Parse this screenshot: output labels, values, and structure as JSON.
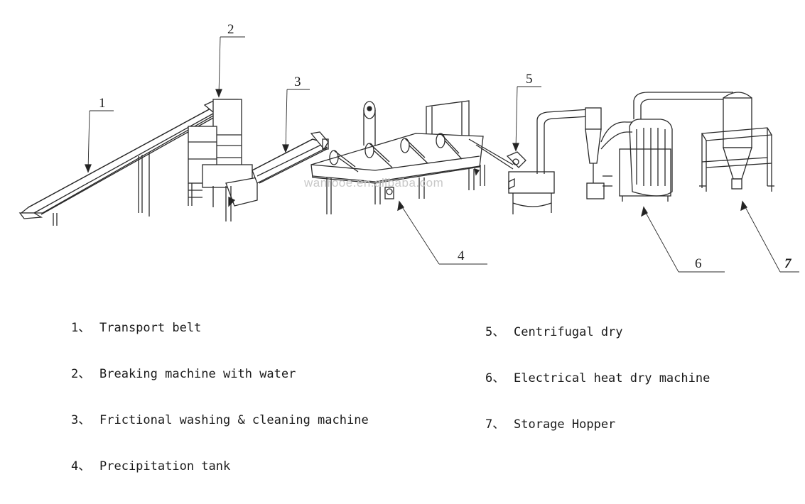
{
  "diagram": {
    "callouts": [
      "1",
      "2",
      "3",
      "4",
      "5",
      "6",
      "7"
    ],
    "legend": [
      {
        "number": "1、",
        "label": "Transport belt"
      },
      {
        "number": "2、",
        "label": "Breaking machine with water"
      },
      {
        "number": "3、",
        "label": "Frictional washing & cleaning machine"
      },
      {
        "number": "4、",
        "label": "Precipitation tank"
      },
      {
        "number": "5、",
        "label": "Centrifugal dry"
      },
      {
        "number": "6、",
        "label": "Electrical heat dry machine"
      },
      {
        "number": "7、",
        "label": "Storage Hopper"
      }
    ],
    "watermark": "wanrooe.en.alibaba.com"
  }
}
